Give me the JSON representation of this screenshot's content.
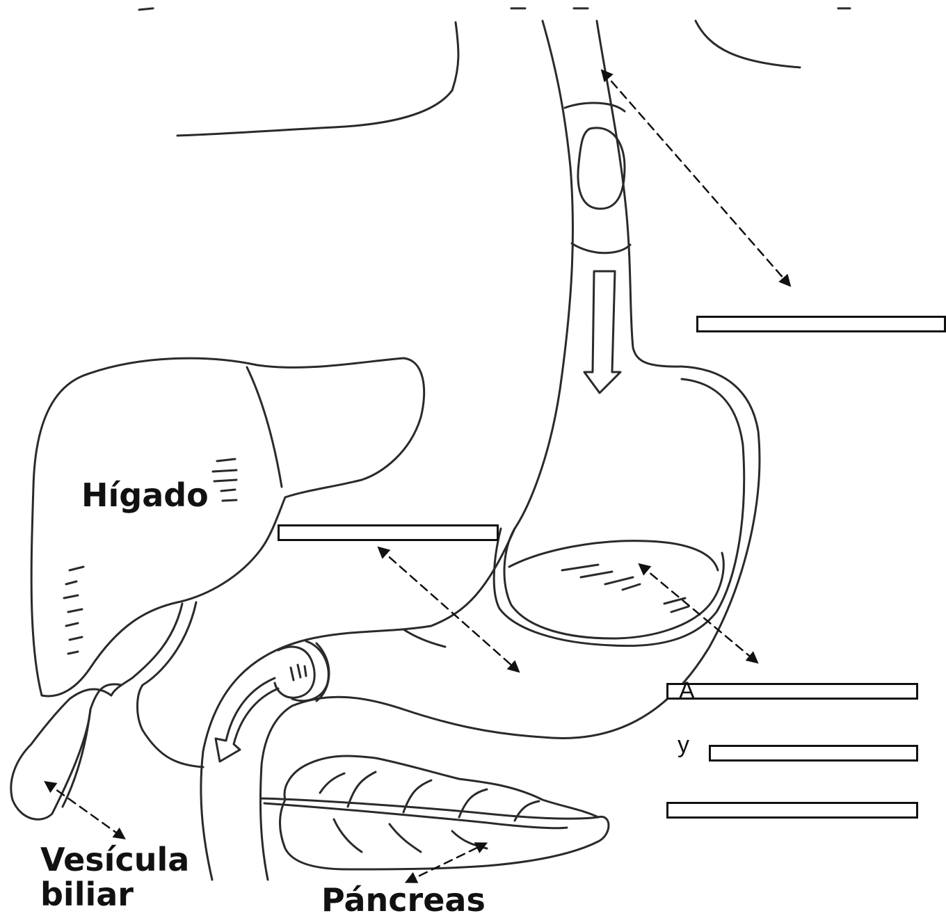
{
  "labels": {
    "liver": "Hígado",
    "gallbladder": "Vesícula\nbiliar",
    "pancreas": "Páncreas",
    "letter_a": "A",
    "letter_y": "y"
  },
  "answer_boxes": [
    {
      "id": "esophagus-box",
      "text": ""
    },
    {
      "id": "middle-box",
      "text": ""
    },
    {
      "id": "stomach-box-1",
      "text": ""
    },
    {
      "id": "stomach-box-2",
      "text": ""
    },
    {
      "id": "stomach-box-3",
      "text": ""
    }
  ]
}
